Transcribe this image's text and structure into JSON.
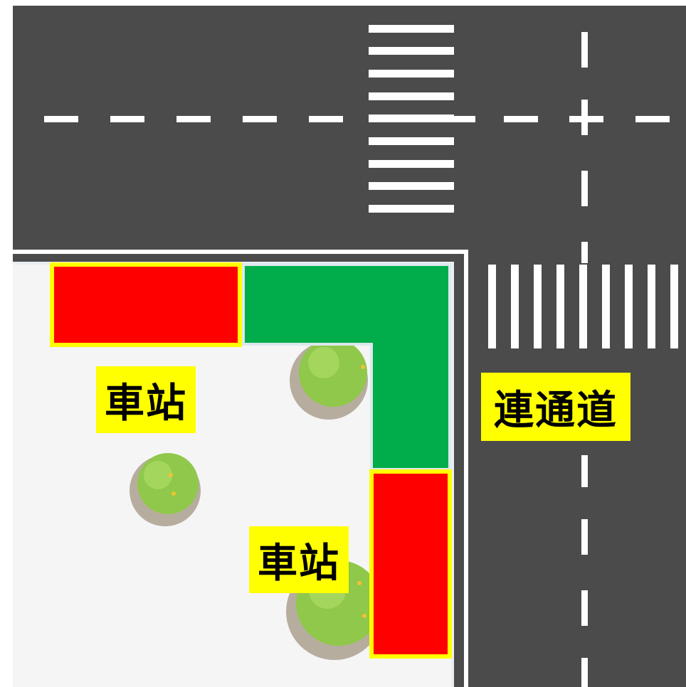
{
  "labels": {
    "station_1": "車站",
    "station_2": "車站",
    "corridor": "連通道"
  },
  "colors": {
    "road": "#4b4b4b",
    "sidewalk": "#f5f5f5",
    "station": "#ff0000",
    "station_border": "#ffff00",
    "corridor": "#00ad4a",
    "road_marking": "#ffffff",
    "label_background": "#ffff00",
    "tree_foliage": "#8fc84a"
  },
  "icons": {
    "tree": "tree-icon"
  }
}
